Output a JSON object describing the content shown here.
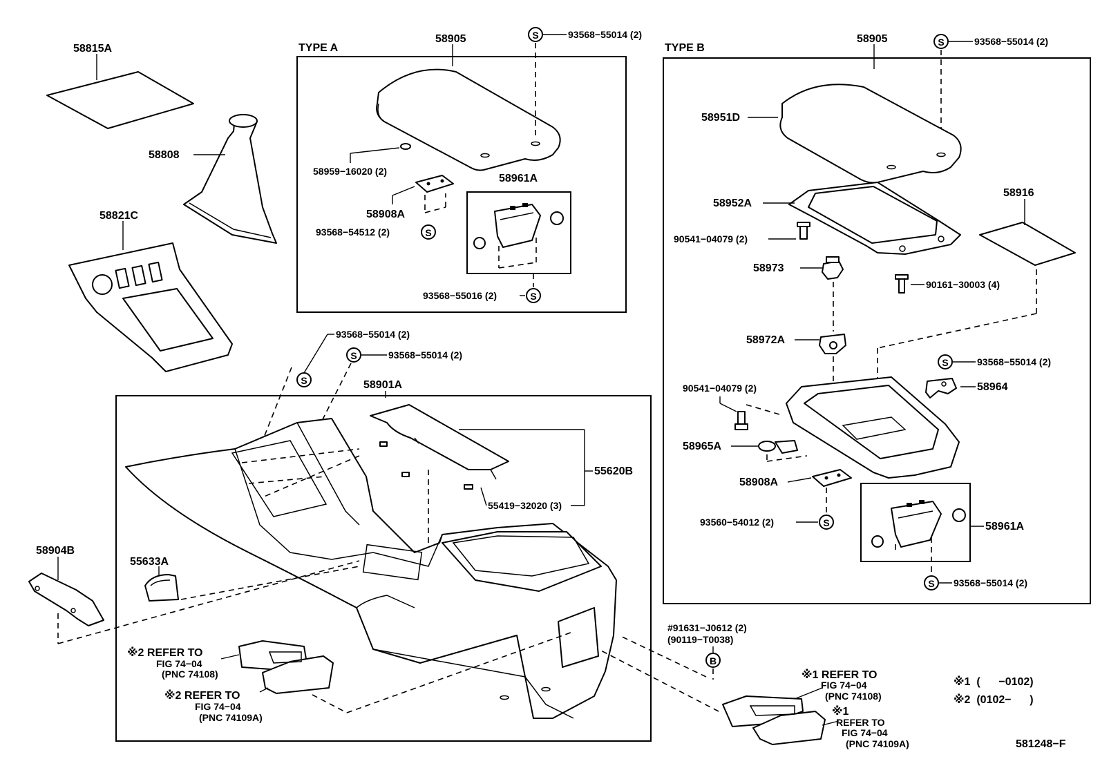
{
  "sections": {
    "type_a": "TYPE A",
    "type_b": "TYPE B"
  },
  "symbols": {
    "s": "S",
    "b": "B"
  },
  "labels": {
    "p58815A": "58815A",
    "p58808": "58808",
    "p58821C": "58821C",
    "a_58905": "58905",
    "a_93568_55014": "93568−55014 (2)",
    "a_58959": "58959−16020 (2)",
    "a_58961A": "58961A",
    "a_58908A": "58908A",
    "a_93568_54512": "93568−54512 (2)",
    "a_93568_55016": "93568−55016 (2)",
    "b_58905": "58905",
    "b_93568_55014_top": "93568−55014 (2)",
    "b_58951D": "58951D",
    "b_58952A": "58952A",
    "b_58916": "58916",
    "b_90541_04079_a": "90541−04079 (2)",
    "b_58973": "58973",
    "b_90161_30003": "90161−30003 (4)",
    "b_58972A": "58972A",
    "b_93568_55014_mid": "93568−55014 (2)",
    "b_90541_04079_b": "90541−04079 (2)",
    "b_58964": "58964",
    "b_58965A": "58965A",
    "b_58908A": "58908A",
    "b_93560_54012": "93560−54012 (2)",
    "b_58961A": "58961A",
    "b_93568_55014_bot": "93568−55014 (2)",
    "m_93568_55014_a": "93568−55014 (2)",
    "m_93568_55014_b": "93568−55014 (2)",
    "m_58901A": "58901A",
    "m_55620B": "55620B",
    "m_55419_32020": "55419−32020 (3)",
    "m_58904B": "58904B",
    "m_55633A": "55633A",
    "m_91631": "#91631−J0612 (2)",
    "m_90119": "(90119−T0038)",
    "fig_code": "581248−F"
  },
  "refs": {
    "left_top": [
      "※2 REFER TO",
      "FIG 74−04",
      "(PNC 74108)"
    ],
    "left_bottom": [
      "※2 REFER TO",
      "FIG 74−04",
      "(PNC 74109A)"
    ],
    "right_top": [
      "※1 REFER TO",
      "FIG 74−04",
      "(PNC 74108)"
    ],
    "right_bottom": [
      "※1",
      "REFER TO",
      "FIG 74−04",
      "(PNC 74109A)"
    ]
  },
  "legend": {
    "row1": "※1  (      −0102)",
    "row2": "※2  (0102−      )"
  }
}
